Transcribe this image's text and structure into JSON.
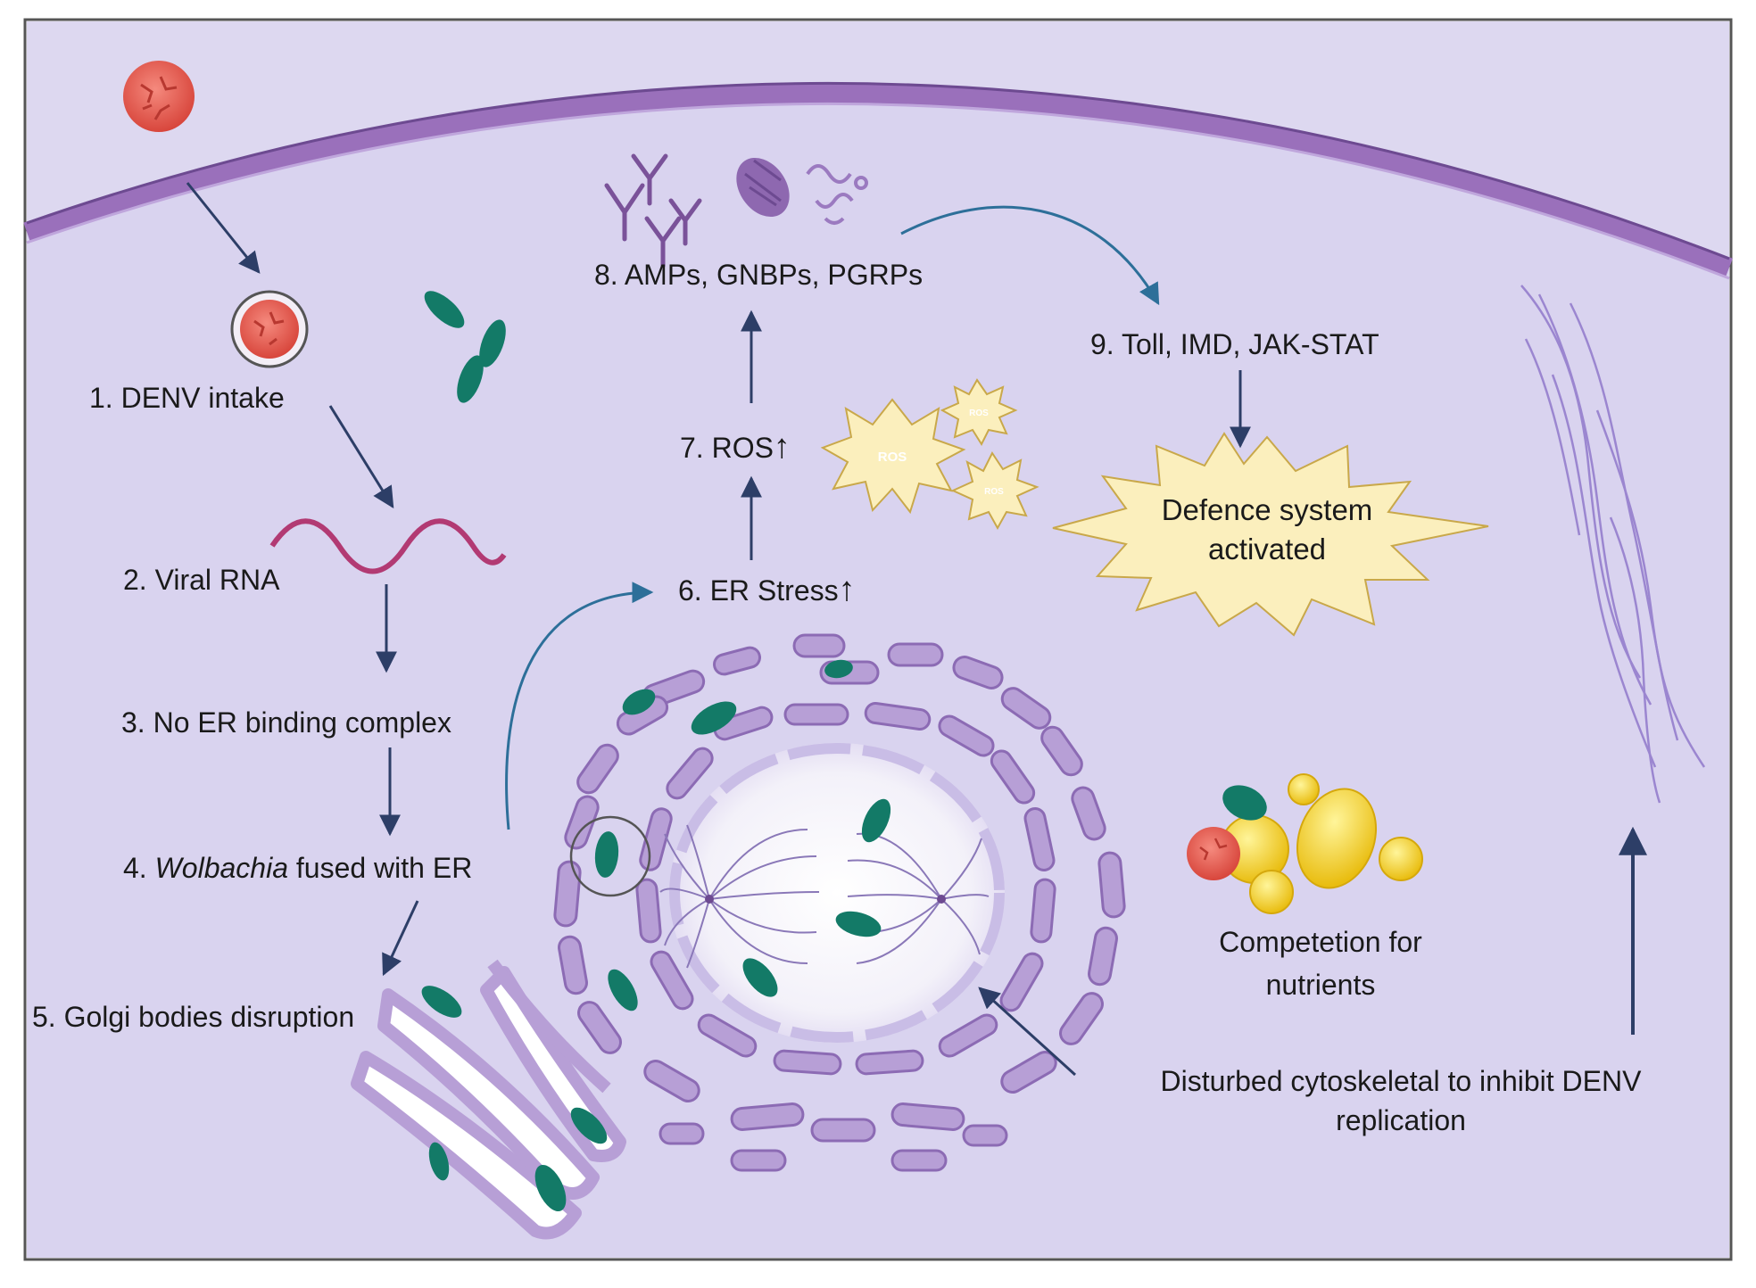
{
  "labels": {
    "step1": "1.  DENV intake",
    "step2": "2. Viral RNA",
    "step3": "3. No ER binding complex",
    "step4_num": "4.",
    "step4_italic": "Wolbachia",
    "step4_rest": "fused with ER",
    "step5": "5. Golgi bodies disruption",
    "step6": "6. ER Stress",
    "step7": "7. ROS",
    "step8": "8. AMPs, GNBPs, PGRPs",
    "step9": "9. Toll, IMD, JAK-STAT",
    "defence_line1": "Defence system",
    "defence_line2": "activated",
    "competition_line1": "Competetion for",
    "competition_line2": "nutrients",
    "cytoskeleton_line1": "Disturbed cytoskeletal to inhibit DENV",
    "cytoskeleton_line2": "replication",
    "ros_burst": "ROS",
    "up_arrow": "↑"
  },
  "colors": {
    "cell_background": "#d9d3ef",
    "membrane": "#9a70bb",
    "membrane_dark": "#6d4a91",
    "er": "#b79fd6",
    "er_edge": "#8c6bb4",
    "nucleus": "#f1eff8",
    "wolbachia": "#137a67",
    "virus": "#e5594f",
    "arrow": "#2d3e67",
    "curved_arrow": "#2d6f99",
    "ros_star": "#fbefbd",
    "ros_star_edge": "#c9a84a",
    "nutrient": "#f6d31d",
    "rna": "#b23a73"
  },
  "icons": [
    "denv-virus-icon",
    "endosome-icon",
    "wolbachia-icon",
    "viral-rna-icon",
    "antibody-icon",
    "ros-burst-icon",
    "nucleus-icon",
    "spindle-icon",
    "golgi-icon",
    "nutrient-icon",
    "cytoskeleton-fiber-icon"
  ]
}
